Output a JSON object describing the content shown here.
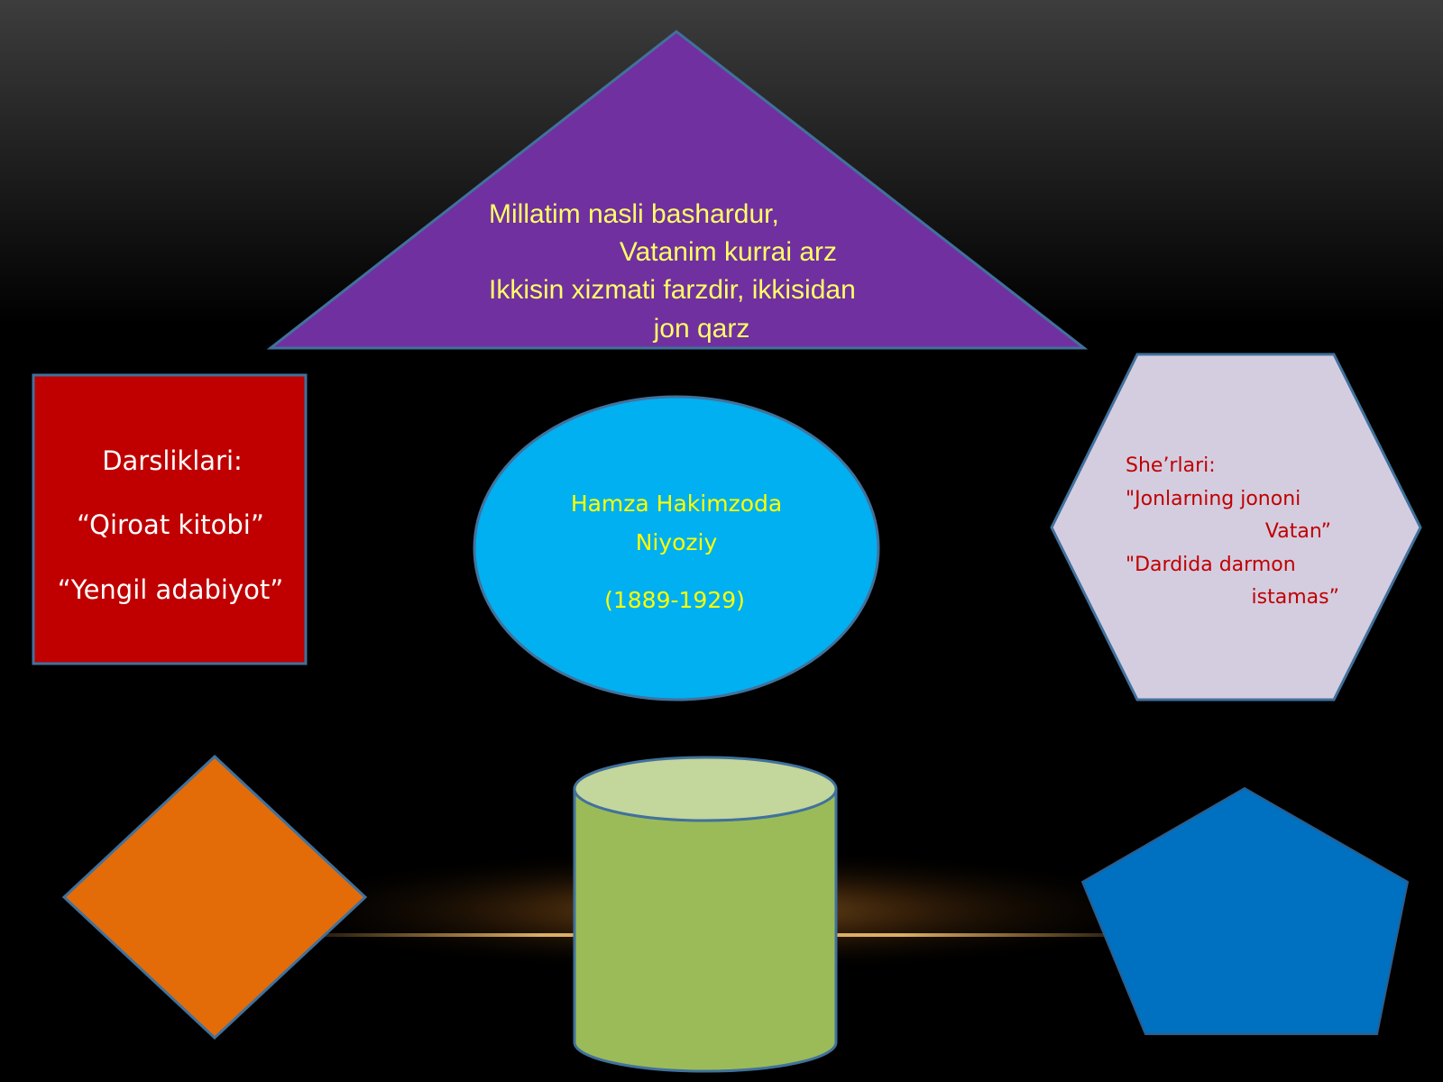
{
  "triangle": {
    "lines": [
      "Millatim nasli bashardur,",
      "Vatanim kurrai arz",
      "Ikkisin xizmati farzdir, ikkisidan",
      "jon qarz"
    ]
  },
  "rectangle": {
    "heading": "Darsliklari:",
    "items": [
      "“Qiroat kitobi”",
      "“Yengil adabiyot”"
    ]
  },
  "ellipse": {
    "name_line1": "Hamza Hakimzoda",
    "name_line2": "Niyoziy",
    "years": "(1889-1929)"
  },
  "hexagon": {
    "heading": "She’rlari:",
    "lines": [
      "\"Jonlarning jononi",
      "Vatan”",
      "\"Dardida darmon",
      "istamas”"
    ]
  },
  "colors": {
    "background_top": "#3a3a3a",
    "background": "#000000",
    "triangle_fill": "#7030a0",
    "triangle_text": "#ffff66",
    "rectangle_fill": "#c00000",
    "rectangle_text": "#ffffff",
    "ellipse_fill": "#00b0f0",
    "ellipse_text": "#ffff00",
    "hexagon_fill": "#d4cde0",
    "hexagon_text": "#c00000",
    "diamond_fill": "#e36c09",
    "cylinder_fill": "#9bbb59",
    "cylinder_top": "#c3d69b",
    "pentagon_fill": "#0070c0",
    "outline": "#41719c"
  }
}
